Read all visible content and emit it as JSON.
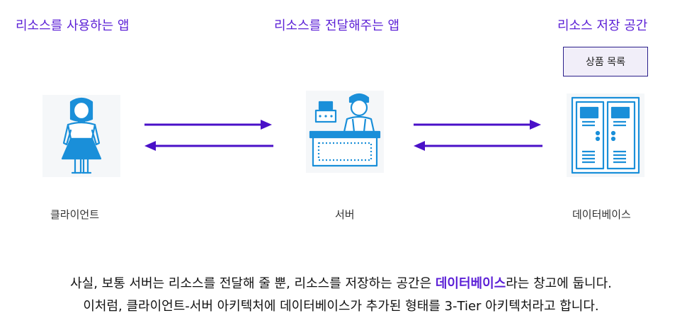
{
  "headers": {
    "left": "리소스를 사용하는 앱",
    "middle": "리소스를 전달해주는 앱",
    "right": "리소스 저장 공간"
  },
  "product_box": "상품 목록",
  "labels": {
    "client": "클라이언트",
    "server": "서버",
    "database": "데이터베이스"
  },
  "caption": {
    "line1_pre": "사실, 보통 서버는 리소스를 전달해 줄 뿐, 리소스를 저장하는 공간은 ",
    "line1_highlight": "데이터베이스",
    "line1_post": "라는 창고에 둡니다.",
    "line2": "이처럼, 클라이언트-서버 아키텍처에 데이터베이스가 추가된 형태를 3-Tier 아키텍처라고 합니다."
  },
  "icons": {
    "client": "person-icon",
    "server": "cashier-icon",
    "database": "locker-icon",
    "arrows": "arrow-icon"
  },
  "colors": {
    "accent": "#5b1fd6",
    "icon_blue": "#1a8fd9",
    "arrow": "#4a10c8"
  }
}
